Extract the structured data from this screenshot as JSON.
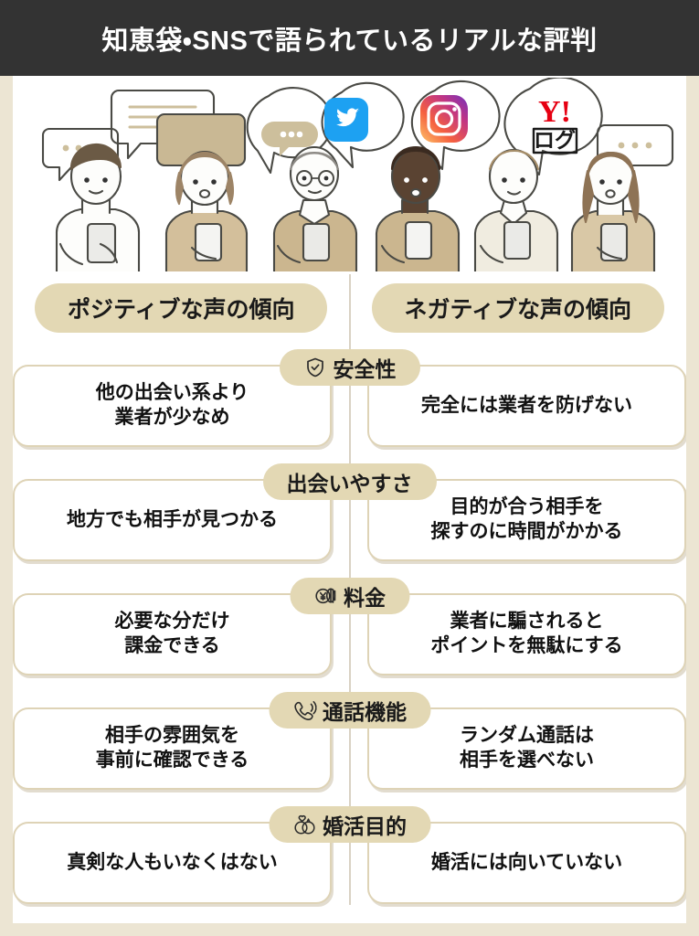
{
  "header": {
    "title": "知恵袋・SNSで語られているリアルな評判",
    "bg_color": "#333333",
    "text_color": "#ffffff"
  },
  "illustration": {
    "name": "people-with-smartphones-and-speech-bubbles",
    "social_icons": [
      "twitter-icon",
      "instagram-icon",
      "yahoo-log-icon"
    ],
    "yahoo_label_line1": "Y!",
    "yahoo_label_line2": "ログ",
    "people_count": 6
  },
  "columns": {
    "positive_label": "ポジティブな声の傾向",
    "negative_label": "ネガティブな声の傾向",
    "pill_color": "#e3d8b4"
  },
  "sections": [
    {
      "category": "安全性",
      "icon": "shield-check-icon",
      "positive": "他の出会い系より\n業者が少なめ",
      "negative": "完全には業者を防げない"
    },
    {
      "category": "出会いやすさ",
      "icon": "none",
      "positive": "地方でも相手が見つかる",
      "negative": "目的が合う相手を\n探すのに時間がかかる"
    },
    {
      "category": "料金",
      "icon": "yen-coins-icon",
      "positive": "必要な分だけ\n課金できる",
      "negative": "業者に騙されると\nポイントを無駄にする"
    },
    {
      "category": "通話機能",
      "icon": "phone-call-icon",
      "positive": "相手の雰囲気を\n事前に確認できる",
      "negative": "ランダム通話は\n相手を選べない"
    },
    {
      "category": "婚活目的",
      "icon": "wedding-rings-icon",
      "positive": "真剣な人もいなくはない",
      "negative": "婚活には向いていない"
    }
  ],
  "theme": {
    "frame_color": "#ece5d3",
    "card_border": "#ded3b6",
    "card_bg": "#ffffff",
    "divider_color": "#d9d2c4",
    "text_color": "#111111"
  }
}
